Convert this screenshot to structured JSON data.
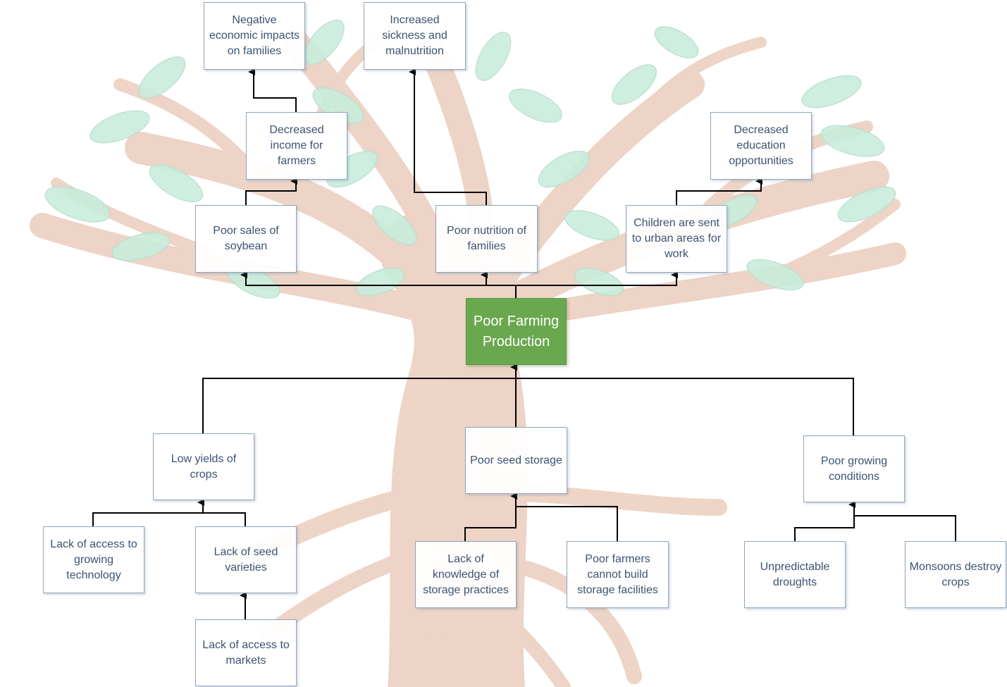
{
  "diagram": {
    "core_problem": "Poor Farming Production",
    "effects": {
      "poor_sales": "Poor sales of soybean",
      "poor_nutrition": "Poor nutrition of families",
      "children_sent": "Children are sent to urban areas for work",
      "decreased_income": "Decreased income for farmers",
      "negative_economic": "Negative economic impacts on families",
      "increased_sickness": "Increased sickness and malnutrition",
      "decreased_education": "Decreased education opportunities"
    },
    "causes": {
      "low_yields": "Low yields of crops",
      "poor_seed_storage": "Poor seed storage",
      "poor_growing": "Poor growing conditions",
      "lack_tech": "Lack of access to growing technology",
      "lack_seed": "Lack of seed varieties",
      "lack_markets": "Lack of access to markets",
      "lack_knowledge": "Lack of knowledge of storage practices",
      "cannot_build": "Poor farmers cannot build storage facilities",
      "droughts": "Unpredictable droughts",
      "monsoons": "Monsoons destroy crops"
    },
    "colors": {
      "core_fill": "#6aa84f",
      "box_border": "#8fa5bd",
      "box_text": "#3b5372",
      "connector": "#000000",
      "tree_trunk": "#ecd0c0",
      "tree_leaf": "#c9ecdc"
    }
  }
}
